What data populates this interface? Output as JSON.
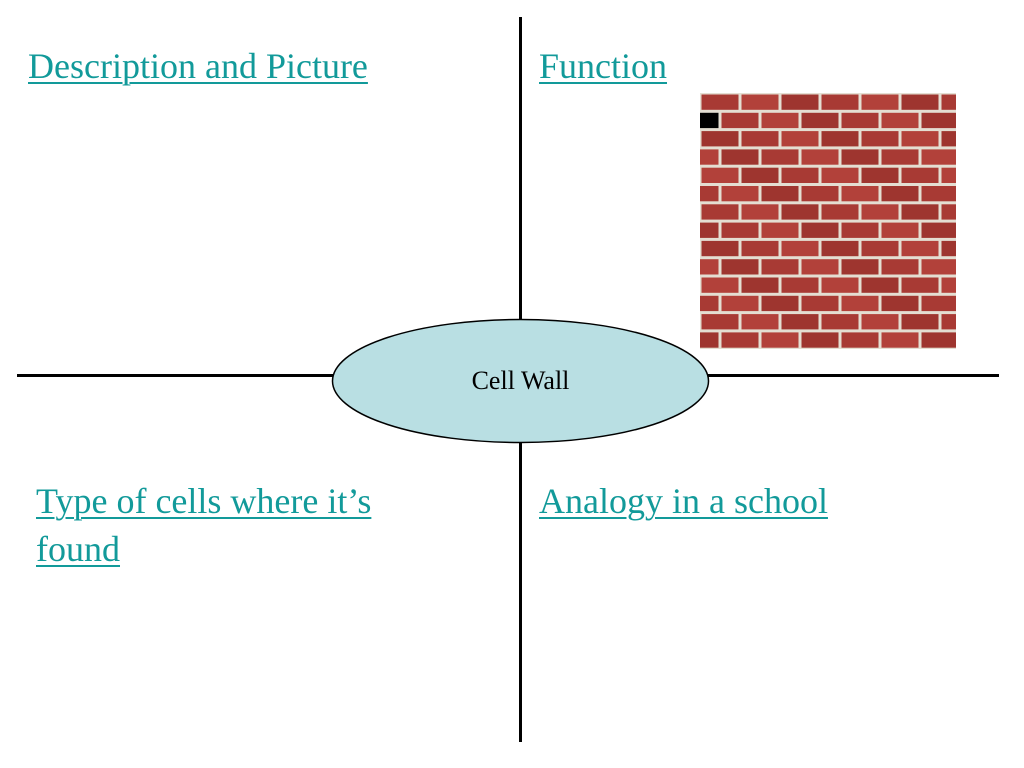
{
  "quadrants": {
    "top_left": {
      "heading": "Description and Picture"
    },
    "top_right": {
      "heading": "Function"
    },
    "bottom_left": {
      "heading": "Type of cells where it’s found"
    },
    "bottom_right": {
      "heading": "Analogy in a school"
    }
  },
  "center": {
    "label": "Cell Wall",
    "fill": "#b9dfe3"
  },
  "colors": {
    "heading": "#129a9a",
    "brick": "#a83a34",
    "mortar": "#e4ded2",
    "lines": "#000000"
  },
  "image": {
    "icon": "brick-wall-image"
  }
}
